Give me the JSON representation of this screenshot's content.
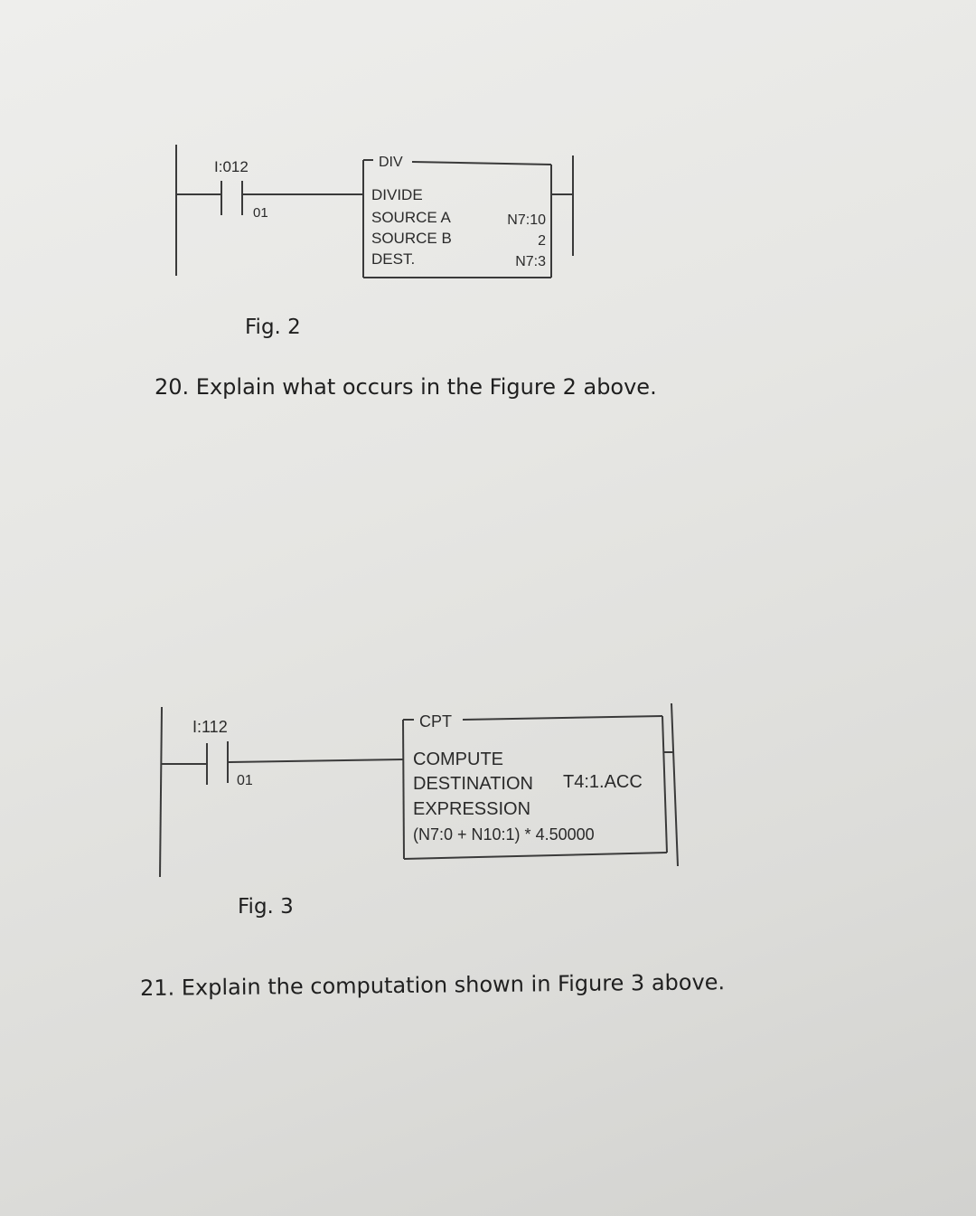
{
  "fig2": {
    "caption": "Fig. 2",
    "contact": {
      "address": "I:012",
      "bit": "01"
    },
    "instruction": {
      "mnemonic": "DIV",
      "name": "DIVIDE",
      "rows": [
        {
          "label": "SOURCE A",
          "value": "N7:10"
        },
        {
          "label": "SOURCE B",
          "value": "2"
        },
        {
          "label": "DEST.",
          "value": "N7:3"
        }
      ]
    }
  },
  "question20": "20. Explain what occurs in the Figure 2 above.",
  "fig3": {
    "caption": "Fig. 3",
    "contact": {
      "address": "I:112",
      "bit": "01"
    },
    "instruction": {
      "mnemonic": "CPT",
      "name": "COMPUTE",
      "destination_label": "DESTINATION",
      "destination_value": "T4:1.ACC",
      "expression_label": "EXPRESSION",
      "expression": "(N7:0 + N10:1) * 4.50000"
    }
  },
  "question21": "21. Explain the computation shown in Figure 3 above."
}
